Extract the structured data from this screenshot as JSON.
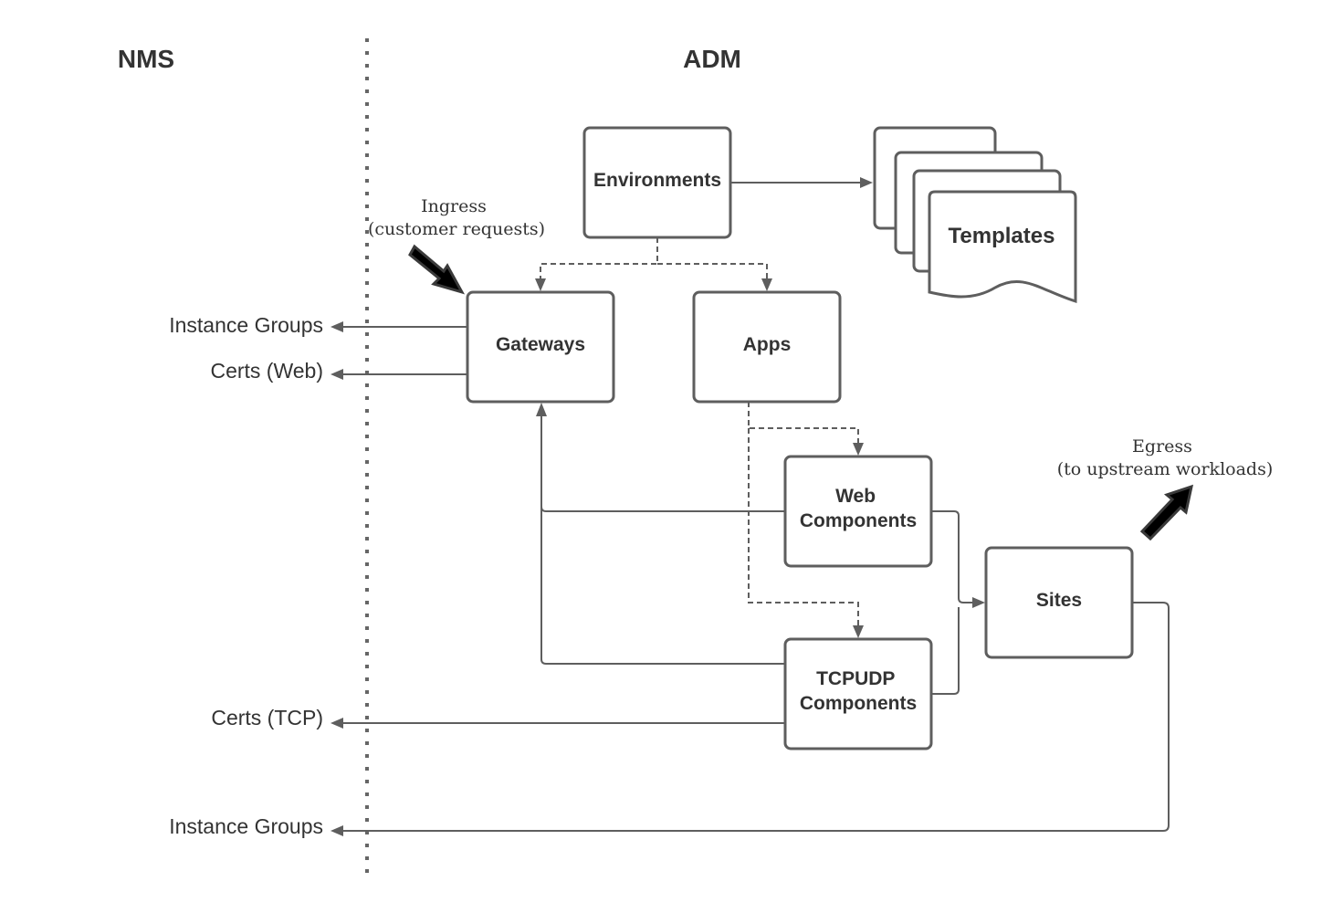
{
  "headers": {
    "left": "NMS",
    "right": "ADM"
  },
  "nodes": {
    "environments": "Environments",
    "templates": "Templates",
    "gateways": "Gateways",
    "apps": "Apps",
    "web_components": [
      "Web",
      "Components"
    ],
    "tcpudp_components": [
      "TCPUDP",
      "Components"
    ],
    "sites": "Sites"
  },
  "nms_labels": {
    "instance_groups_top": "Instance Groups",
    "certs_web": "Certs (Web)",
    "certs_tcp": "Certs (TCP)",
    "instance_groups_bottom": "Instance Groups"
  },
  "annotations": {
    "ingress": [
      "Ingress",
      "(customer requests)"
    ],
    "egress": [
      "Egress",
      "(to upstream workloads)"
    ]
  }
}
